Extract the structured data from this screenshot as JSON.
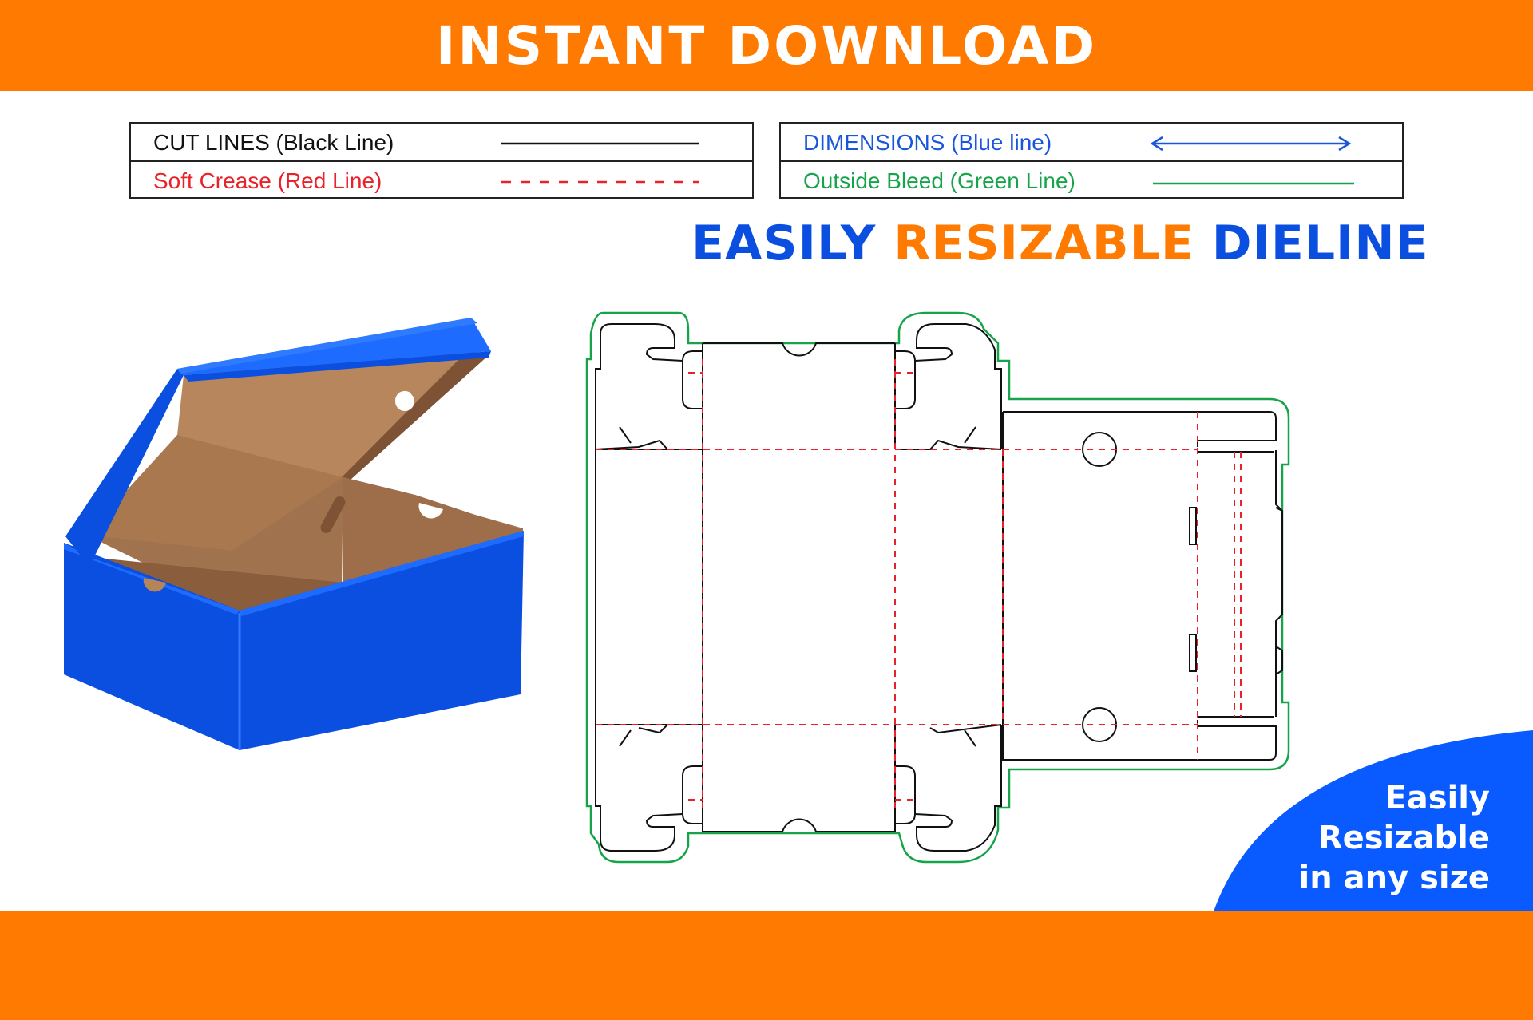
{
  "header": {
    "title": "INSTANT DOWNLOAD"
  },
  "legend": {
    "left": [
      {
        "label": "CUT LINES (Black Line)",
        "color": "#111111",
        "style": "solid"
      },
      {
        "label": "Soft Crease (Red Line)",
        "color": "#E8222A",
        "style": "dashed"
      }
    ],
    "right": [
      {
        "label": "DIMENSIONS (Blue line)",
        "color": "#1A56DB",
        "style": "arrow"
      },
      {
        "label": "Outside Bleed (Green Line)",
        "color": "#16A34A",
        "style": "solid"
      }
    ]
  },
  "headline": {
    "part1": "EASILY",
    "part2": "RESIZABLE",
    "part3": "DIELINE"
  },
  "badge": {
    "line1": "Easily",
    "line2": "Resizable",
    "line3": "in any size"
  },
  "colors": {
    "brand_orange": "#FF7A00",
    "brand_blue": "#0A4FE0",
    "cut_line": "#111111",
    "crease_line": "#E8222A",
    "bleed_line": "#16A34A",
    "cardboard": "#B07D56"
  }
}
